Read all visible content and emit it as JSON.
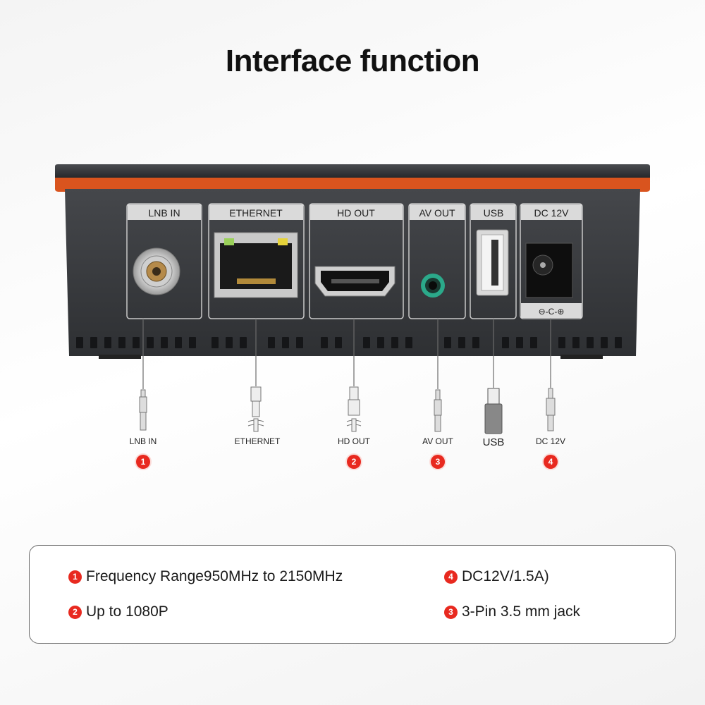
{
  "title": "Interface function",
  "device": {
    "ports": [
      {
        "id": "lnb",
        "label": "LNB IN"
      },
      {
        "id": "ethernet",
        "label": "ETHERNET"
      },
      {
        "id": "hdout",
        "label": "HD OUT"
      },
      {
        "id": "avout",
        "label": "AV OUT"
      },
      {
        "id": "usb",
        "label": "USB"
      },
      {
        "id": "dc",
        "label": "DC 12V"
      }
    ],
    "dc_polarity_symbol": "⊖-C-⊕"
  },
  "cables": [
    {
      "id": "lnb",
      "label": "LNB IN",
      "badge": "1"
    },
    {
      "id": "ethernet",
      "label": "ETHERNET",
      "badge": ""
    },
    {
      "id": "hdout",
      "label": "HD OUT",
      "badge": "2"
    },
    {
      "id": "avout",
      "label": "AV OUT",
      "badge": "3"
    },
    {
      "id": "usb",
      "label": "USB",
      "badge": ""
    },
    {
      "id": "dc",
      "label": "DC 12V",
      "badge": "4"
    }
  ],
  "specs": [
    {
      "badge": "1",
      "text": "Frequency Range950MHz to 2150MHz"
    },
    {
      "badge": "2",
      "text": "Up to 1080P"
    },
    {
      "badge": "4",
      "text": "DC12V/1.5A)"
    },
    {
      "badge": "3",
      "text": "3-Pin 3.5 mm jack"
    }
  ],
  "colors": {
    "accent": "#e8291f",
    "device_body": "#3b3d41",
    "orange_stripe": "#d9541e",
    "panel": "#e2e2e2"
  }
}
